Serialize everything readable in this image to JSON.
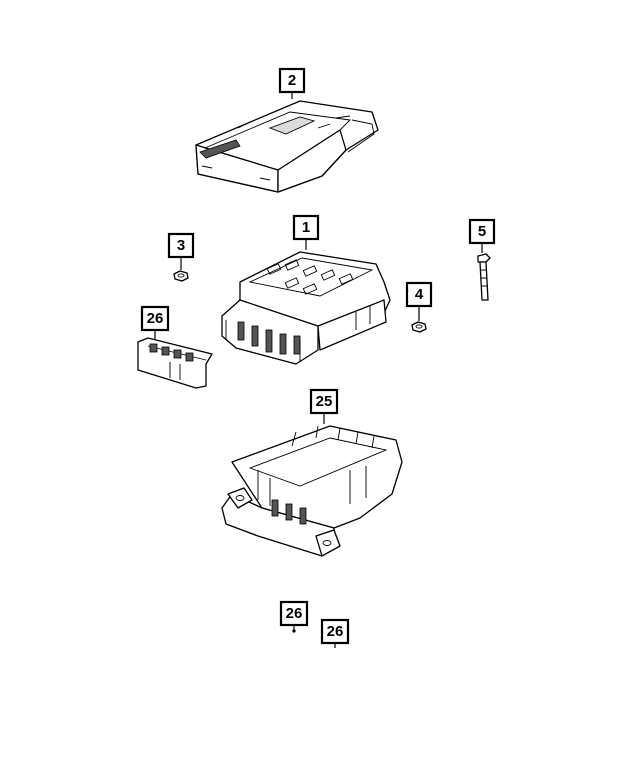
{
  "callouts": [
    {
      "id": "c2",
      "label": "2"
    },
    {
      "id": "c1",
      "label": "1"
    },
    {
      "id": "c3",
      "label": "3"
    },
    {
      "id": "c5",
      "label": "5"
    },
    {
      "id": "c4",
      "label": "4"
    },
    {
      "id": "c26a",
      "label": "26"
    },
    {
      "id": "c25",
      "label": "25"
    },
    {
      "id": "c26b",
      "label": "26"
    },
    {
      "id": "c26c",
      "label": "26"
    }
  ]
}
